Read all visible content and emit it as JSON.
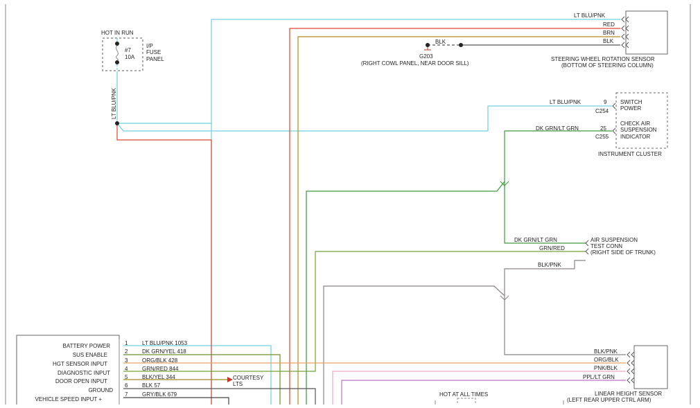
{
  "fuse": {
    "header": "HOT IN RUN",
    "number": "#7",
    "rating": "10A",
    "panel_lines": [
      "I/P",
      "FUSE",
      "PANEL"
    ],
    "feed_wire": "LT BLU/PNK"
  },
  "steering_sensor": {
    "wires": [
      "LT BLU/PNK",
      "RED",
      "BRN",
      "BLK"
    ],
    "name_lines": [
      "STEERING WHEEL ROTATION SENSOR",
      "(BOTTOM OF STEERING COLUMN)"
    ]
  },
  "ground": {
    "wire": "BLK",
    "id": "G203",
    "location": "(RIGHT COWL PANEL, NEAR DOOR SILL)"
  },
  "instrument_cluster": {
    "name": "INSTRUMENT CLUSTER",
    "items": [
      {
        "wire": "LT BLU/PNK",
        "pin": "9",
        "connector": "C254",
        "label_lines": [
          "SWITCH",
          "POWER"
        ]
      },
      {
        "wire": "DK GRN/LT GRN",
        "pin": "25",
        "connector": "C255",
        "label_lines": [
          "CHECK AIR",
          "SUSPENSION",
          "INDICATOR"
        ]
      }
    ]
  },
  "test_connector": {
    "wires": [
      "DK GRN/LT GRN",
      "GRN/RED",
      "BLK/PNK"
    ],
    "name_lines": [
      "AIR SUSPENSION",
      "TEST CONN",
      "(RIGHT SIDE OF TRUNK)"
    ]
  },
  "height_sensor": {
    "wires": [
      "BLK/PNK",
      "ORG/BLK",
      "PNK/BLK",
      "PPL/LT GRN"
    ],
    "name_lines": [
      "LINEAR HEIGHT SENSOR",
      "(LEFT REAR UPPER CTRL ARM)"
    ]
  },
  "module": {
    "pins": [
      {
        "label": "BATTERY POWER",
        "pin": "1",
        "wire": "LT BLU/PNK 1053"
      },
      {
        "label": "SUS ENABLE",
        "pin": "2",
        "wire": "DK GRN/YEL 418"
      },
      {
        "label": "HGT SENSOR INPUT",
        "pin": "3",
        "wire": "ORG/BLK 428"
      },
      {
        "label": "DIAGNOSTIC INPUT",
        "pin": "4",
        "wire": "GRN/RED 844"
      },
      {
        "label": "DOOR OPEN INPUT",
        "pin": "5",
        "wire": "BLK/YEL 344"
      },
      {
        "label": "GROUND",
        "pin": "6",
        "wire": "BLK 57"
      },
      {
        "label": "VEHICLE SPEED INPUT +",
        "pin": "7",
        "wire": "GRY/BLK 679"
      }
    ]
  },
  "courtesy": {
    "lines": [
      "COURTESY",
      "LTS"
    ]
  },
  "hot_at_all_times": "HOT AT ALL TIMES",
  "colors": {
    "lt_blu_pnk": "#6fd0e0",
    "red": "#e0442c",
    "brn": "#b08a1c",
    "blk": "#555555",
    "dk_grn": "#3e9a3e",
    "grn_red": "#74a23a",
    "blk_pnk": "#8a8288",
    "org_blk": "#e8a060",
    "pnk_blk": "#f0a8c0",
    "ppl_lt_grn": "#c070c8",
    "gry_blk": "#444444"
  }
}
